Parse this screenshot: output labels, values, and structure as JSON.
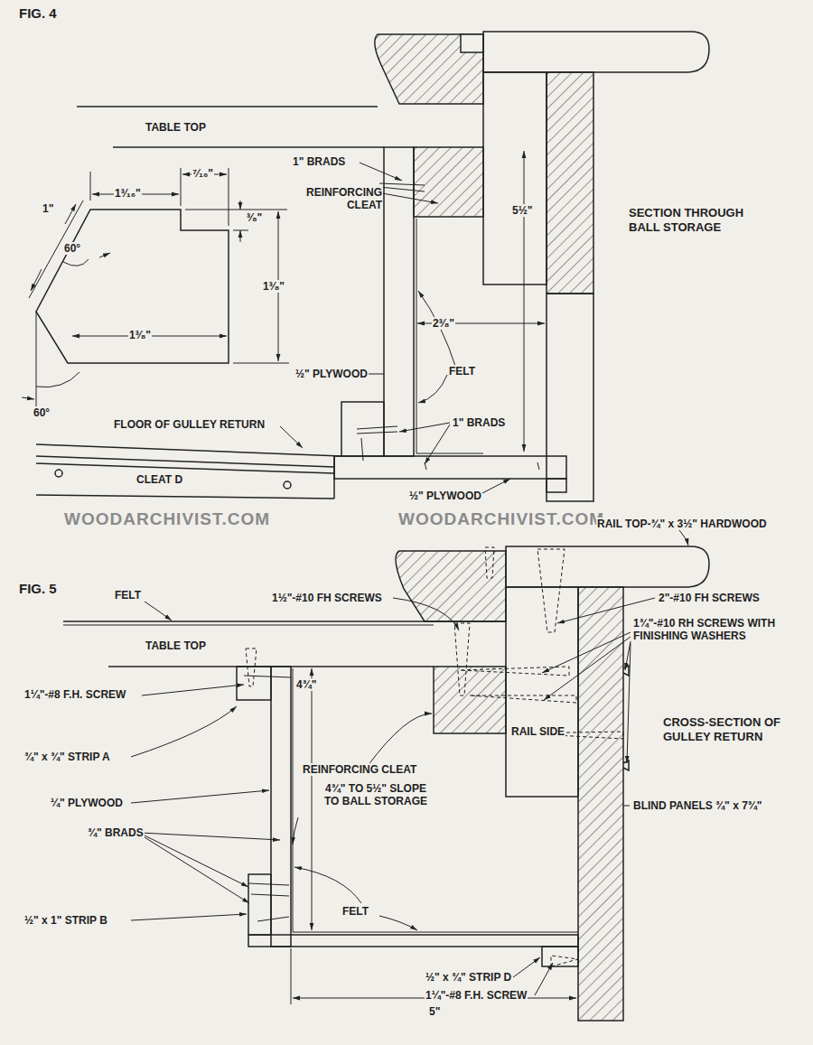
{
  "diagram": {
    "labels": [
      "FIG. 4",
      "TABLE TOP",
      "1\" BRADS",
      "REINFORCING CLEAT",
      "1³⁄₁₆\"",
      "⁷⁄₁₆\"",
      "1\"",
      "³⁄₈\"",
      "1³⁄₈\"",
      "60°",
      "1³⁄₈\"",
      "60°",
      "½\" PLYWOOD",
      "FELT",
      "1\" BRADS",
      "FLOOR OF GULLEY RETURN",
      "CLEAT D",
      "½\" PLYWOOD",
      "5½\"",
      "2³⁄₈\"",
      "SECTION THROUGH BALL STORAGE",
      "WOODARCHIVIST.COM",
      "WOODARCHIVIST.COM",
      "RAIL TOP-¾\" x 3½\" HARDWOOD",
      "FIG. 5",
      "FELT",
      "1½\"-#10 FH SCREWS",
      "2\"-#10 FH SCREWS",
      "1¾\"-#10 RH SCREWS WITH FINISHING WASHERS",
      "TABLE TOP",
      "1¼\"-#8 F.H. SCREW",
      "4¾\"",
      "REINFORCING CLEAT",
      "RAIL SIDE",
      "CROSS-SECTION OF GULLEY RETURN",
      "¾\" x ¾\" STRIP A",
      "¼\" PLYWOOD",
      "4¾\" TO 5½\" SLOPE TO BALL STORAGE",
      "BLIND PANELS ¾\" x 7¾\"",
      "¾\" BRADS",
      "FELT",
      "½\" x 1\" STRIP B",
      "½\" x ¾\" STRIP D",
      "1¼\"-#8 F.H. SCREW",
      "5\""
    ]
  }
}
